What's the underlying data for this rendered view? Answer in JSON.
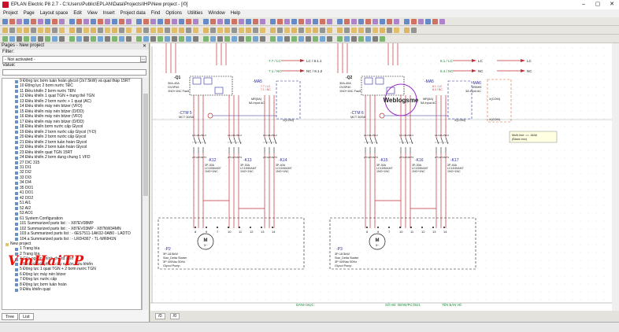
{
  "window": {
    "title": "EPLAN Electric P8 2.7 - C:\\Users\\Public\\EPLAN\\Data\\Projects\\IHP\\New project - [/0]"
  },
  "menu": [
    "Project",
    "Page",
    "Layout space",
    "Edit",
    "View",
    "Insert",
    "Project data",
    "Find",
    "Options",
    "Utilities",
    "Window",
    "Help"
  ],
  "panel": {
    "header": "Pages - New project",
    "filter_label": "Filter:",
    "filter_value": "- Not activated -",
    "value_label": "Value:",
    "tree": [
      {
        "t": "9 Động lực bơm tuần hoàn glycol (2x7.5kW) và quạt tháp 15RT",
        "f": false
      },
      {
        "t": "10 Động lực 2 bơm nước TĐC",
        "f": false
      },
      {
        "t": "11 Điều khiển 2 bơm nước TĐN",
        "f": false
      },
      {
        "t": "12 Điều khiển 1 quạt TGN + trung thế TGN",
        "f": false
      },
      {
        "t": "13 Điều khiển 2 bơm nước + 1 quạt (AC)",
        "f": false
      },
      {
        "t": "14 Điều khiển máy nén bitzer (VFD)",
        "f": false
      },
      {
        "t": "15 Điều khiển máy nén bitzer (D/DD)",
        "f": false
      },
      {
        "t": "16 Điều khiển máy nén bitzer (VFD)",
        "f": false
      },
      {
        "t": "17 Điều khiển máy nén bitzer (D/DD)",
        "f": false
      },
      {
        "t": "18 Điều khiển bơm nước cấp Glycol",
        "f": false
      },
      {
        "t": "19 Điều khiển 2 bơm nước cấp Glycol (Y-D)",
        "f": false
      },
      {
        "t": "20 Điều khiển 2 bơm nước cấp Glycol",
        "f": false
      },
      {
        "t": "21 Điều khiển 2 bơm tuần hoàn Glycol",
        "f": false
      },
      {
        "t": "22 Điều khiển 2 bơm tuần hoàn Glycol",
        "f": false
      },
      {
        "t": "23 Điều khiển quạt TGN 15RT",
        "f": false
      },
      {
        "t": "24 Điều khiển 2 bơm dung chung 1 VFD",
        "f": false
      },
      {
        "t": "27 DIC 315",
        "f": false
      },
      {
        "t": "31 DI1",
        "f": false
      },
      {
        "t": "32 DI2",
        "f": false
      },
      {
        "t": "33 DI3",
        "f": false
      },
      {
        "t": "34 DI4",
        "f": false
      },
      {
        "t": "35 DO1",
        "f": false
      },
      {
        "t": "41 DO1",
        "f": false
      },
      {
        "t": "42 DO2",
        "f": false
      },
      {
        "t": "51 AI1",
        "f": false
      },
      {
        "t": "52 AI2",
        "f": false
      },
      {
        "t": "53 AO1",
        "f": false
      },
      {
        "t": "61 System Configuration",
        "f": false
      },
      {
        "t": "101 Summarized parts list : - X87EV08MP",
        "f": false
      },
      {
        "t": "102 Summarized parts list : - X87EV03MP - X87NW34MN",
        "f": false
      },
      {
        "t": "103.a Summarized parts list : - 6ES7511-1AK02-0AB0 - LADTD",
        "f": false
      },
      {
        "t": "104.a Summarized parts list : - LRD4367 - TL-WR841N",
        "f": false
      },
      {
        "t": "New project",
        "f": true
      },
      {
        "t": "1 Trang bìa",
        "f": false
      },
      {
        "t": "2 Trang bìa",
        "f": false
      },
      {
        "t": "3 Cấp nguồn chính cho tủ điện",
        "f": false
      },
      {
        "t": "4 Báo về mất pha & cấp nguồn điều khiển",
        "f": false
      },
      {
        "t": "5 Động lực 1 quạt TGN + 2 bơm nước TGN",
        "f": false
      },
      {
        "t": "6 Động lực máy nén bitzer",
        "f": false
      },
      {
        "t": "7 Động lực nước cấp",
        "f": false
      },
      {
        "t": "8 Động lực bơm tuần hoàn",
        "f": false
      },
      {
        "t": "9 Điều khiển quạt",
        "f": false
      }
    ],
    "tabs": [
      "Tree",
      "List"
    ]
  },
  "watermark": "VmHaiTP",
  "drawing": {
    "logo_text": "Weblogsme",
    "blocks": [
      {
        "q": "-Q1",
        "q_rating": "30A-40A",
        "q_type": "GV3P40",
        "q_contacts": "1NO+1NC Fault",
        "ma": "-MA5",
        "ctm": "-CTM 5",
        "ctm_type": "MCT 30/5A",
        "ma_type": "MR(5A)",
        "ma_sub": "5A Input AC",
        "k": [
          "-K12",
          "-K13",
          "-K14"
        ],
        "k_rating": [
          "3P-30A",
          "3P-30A",
          "3P-40A"
        ],
        "k_type": [
          "LC1D50AM7",
          "LC1D50AM7",
          "LC1D40AM7"
        ],
        "k_aux": "1NO+1NC",
        "p": "-P2",
        "p_desc": [
          "3P-18.5kW",
          "Star_Delta Starter",
          "3P 400Vac 50Hz",
          "Glycol Pump"
        ],
        "ref_lc": "7.7 / LC",
        "ref_nc": "7.1 / NC",
        "ref_lc_tag": "LC / 8.1.1",
        "ref_nc_tag": "NC / 8.1.2"
      },
      {
        "q": "-Q2",
        "q_rating": "30A-40A",
        "q_type": "GV3P40",
        "q_contacts": "1NO+1NC Fault",
        "ma": "-MA5",
        "ctm": "-CTM 6",
        "ctm_type": "MCT 30/5A",
        "ma_type": "MR(5A)",
        "ma_sub": "5A Input AC",
        "k": [
          "-K15",
          "-K16",
          "-K17"
        ],
        "k_rating": [
          "3P-30A",
          "3P-30A",
          "3P-40A"
        ],
        "k_type": [
          "LC1D50AM7",
          "LC1D50AM7",
          "LC1D40AM7"
        ],
        "k_aux": "1NO+1NC",
        "p": "-P3",
        "p_desc": [
          "3P-18.5kW",
          "Star_Delta Starter",
          "3P 400Vac 50Hz",
          "Glycol Pump"
        ],
        "ref_lc": "8.1 / LC",
        "ref_nc": "8.4 / NC",
        "ref_lc_tag": "LC",
        "ref_nc_tag": "NC"
      }
    ],
    "ma6": {
      "name": "-MA6",
      "type": "MSBH5",
      "sub": "3A Input AC",
      "com": "X(COM)",
      "com2": "X(COM)"
    },
    "tooltip": [
      "Multi-line: == -MA6",
      "(Black box)"
    ],
    "footer": [
      "DANH MỤC:",
      "SỐ HĐ: 00/HĐ/PC/2021",
      "TÊN BẢN VẼ:"
    ]
  },
  "bottom": {
    "nav_left": "/0",
    "nav_right": "/0"
  },
  "colors": {
    "wire": "#c0303a",
    "wire_dark": "#8b1a2a",
    "black": "#1a1a1a",
    "blue": "#2b2ba0",
    "green": "#1d8b3a",
    "grid": "#b0c4de"
  }
}
